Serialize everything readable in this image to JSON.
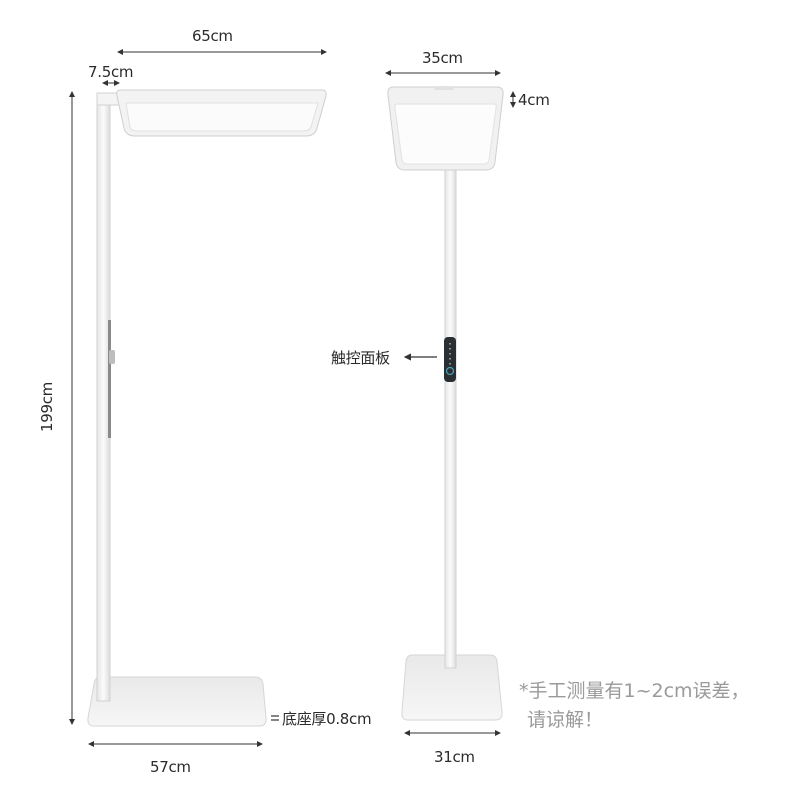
{
  "diagram": {
    "subject": "floor lamp dimension diagram",
    "side_view": {
      "dimensions": {
        "head_length": "65cm",
        "arm_offset": "7.5cm",
        "total_height": "199cm",
        "base_length": "57cm",
        "base_thickness": "底座厚0.8cm"
      }
    },
    "front_view": {
      "dimensions": {
        "head_width": "35cm",
        "head_thickness": "4cm",
        "base_width": "31cm"
      },
      "callout": "触控面板"
    },
    "note": {
      "line1": "*手工测量有1~2cm误差，",
      "line2": "请谅解！"
    },
    "colors": {
      "background": "#ffffff",
      "lamp_body": "#f2f2f2",
      "lamp_outline": "#d4d4d4",
      "panel": "#2a2f33",
      "text": "#2b2b2b",
      "note_text": "#9a9a9a"
    }
  }
}
